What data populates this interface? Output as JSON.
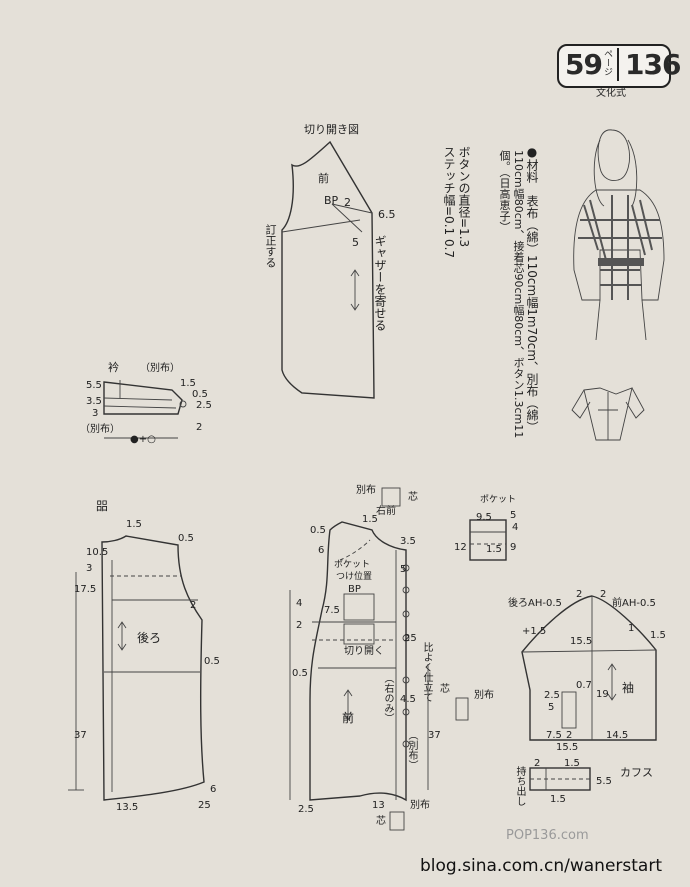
{
  "badge": {
    "page_num": "59",
    "page_unit": "ページ",
    "book_num": "136",
    "publisher": "文化式"
  },
  "open_view": {
    "title": "切り開き図",
    "front": "前",
    "bp": "BP",
    "n_2": "2",
    "n_65": "6.5",
    "n_5": "5",
    "gather_note": "ギャザーを寄せる",
    "correct_note": "訂正する"
  },
  "button_note": {
    "line1": "ボタンの直径=1.3",
    "line2": "ステッチ幅=0.1 0.7"
  },
  "materials": {
    "line1": "●材料　表布（綿）110cm幅1m70cm、別布（綿）",
    "line2": "110cm幅80cm、接着芯90cm幅80cm、ボタン1.3cm11",
    "line3": "個。（日高恵子）"
  },
  "collar": {
    "title": "衿",
    "sub_fabric_top": "（別布）",
    "sub_fabric_bottom": "（別布）",
    "n_55": "5.5",
    "n_35": "3.5",
    "n_3": "3",
    "n_15": "1.5",
    "n_05": "0.5",
    "n_25": "2.5",
    "n_2": "2",
    "bottom_mark": "●+○"
  },
  "back": {
    "title": "㗊",
    "label": "後ろ",
    "n_15": "1.5",
    "n_05_top": "0.5",
    "n_105": "10.5",
    "n_3": "3",
    "n_175": "17.5",
    "n_2": "2",
    "n_05_mid": "0.5",
    "n_37": "37",
    "n_135": "13.5",
    "n_25": "25",
    "n_6": "6"
  },
  "front": {
    "label": "前",
    "extra_fabric": "別布",
    "core": "芯",
    "right_front": "右前",
    "n_05": "0.5",
    "n_15": "1.5",
    "n_6": "6",
    "n_35": "3.5",
    "n_5": "5",
    "pocket_pos": "ポケット",
    "pocket_pos2": "つけ位置",
    "bp": "BP",
    "n_75": "7.5",
    "n_25": "25",
    "n_4": "4",
    "n_2": "2",
    "cut_open": "切り開く",
    "n_05_b": "0.5",
    "overlap_note": "比よく仕立て",
    "right_band": "（右のみ）",
    "n_45": "4.5",
    "extra_fabric2": "（別布）",
    "n_37": "37",
    "n_25_hem": "2.5",
    "n_13": "13",
    "extra_fabric3": "別布",
    "core3": "芯"
  },
  "pocket": {
    "title": "ポケット",
    "n_95": "9.5",
    "n_5": "5",
    "n_4": "4",
    "n_12": "12",
    "n_15": "1.5",
    "n_9": "9"
  },
  "tab": {
    "core": "芯",
    "extra": "別布"
  },
  "sleeve": {
    "back_ah": "後ろAH-0.5",
    "front_ah": "前AH-0.5",
    "n_2a": "2",
    "n_2b": "2",
    "plus15": "+1.5",
    "n_15_right": "1.5",
    "n_155": "15.5",
    "n_1": "1",
    "label": "袖",
    "n_19": "19",
    "n_25": "2.5",
    "n_5": "5",
    "n_07": "0.7",
    "n_75": "7.5",
    "n_2c": "2",
    "n_145": "14.5",
    "n_155b": "15.5"
  },
  "cuff": {
    "n_2": "2",
    "n_15": "1.5",
    "n_55": "5.5",
    "label": "カフス",
    "n_15b": "1.5",
    "hold": "持ち出し"
  },
  "watermark": {
    "logo": "POP136.com",
    "url": "blog.sina.com.cn/wanerstart"
  }
}
